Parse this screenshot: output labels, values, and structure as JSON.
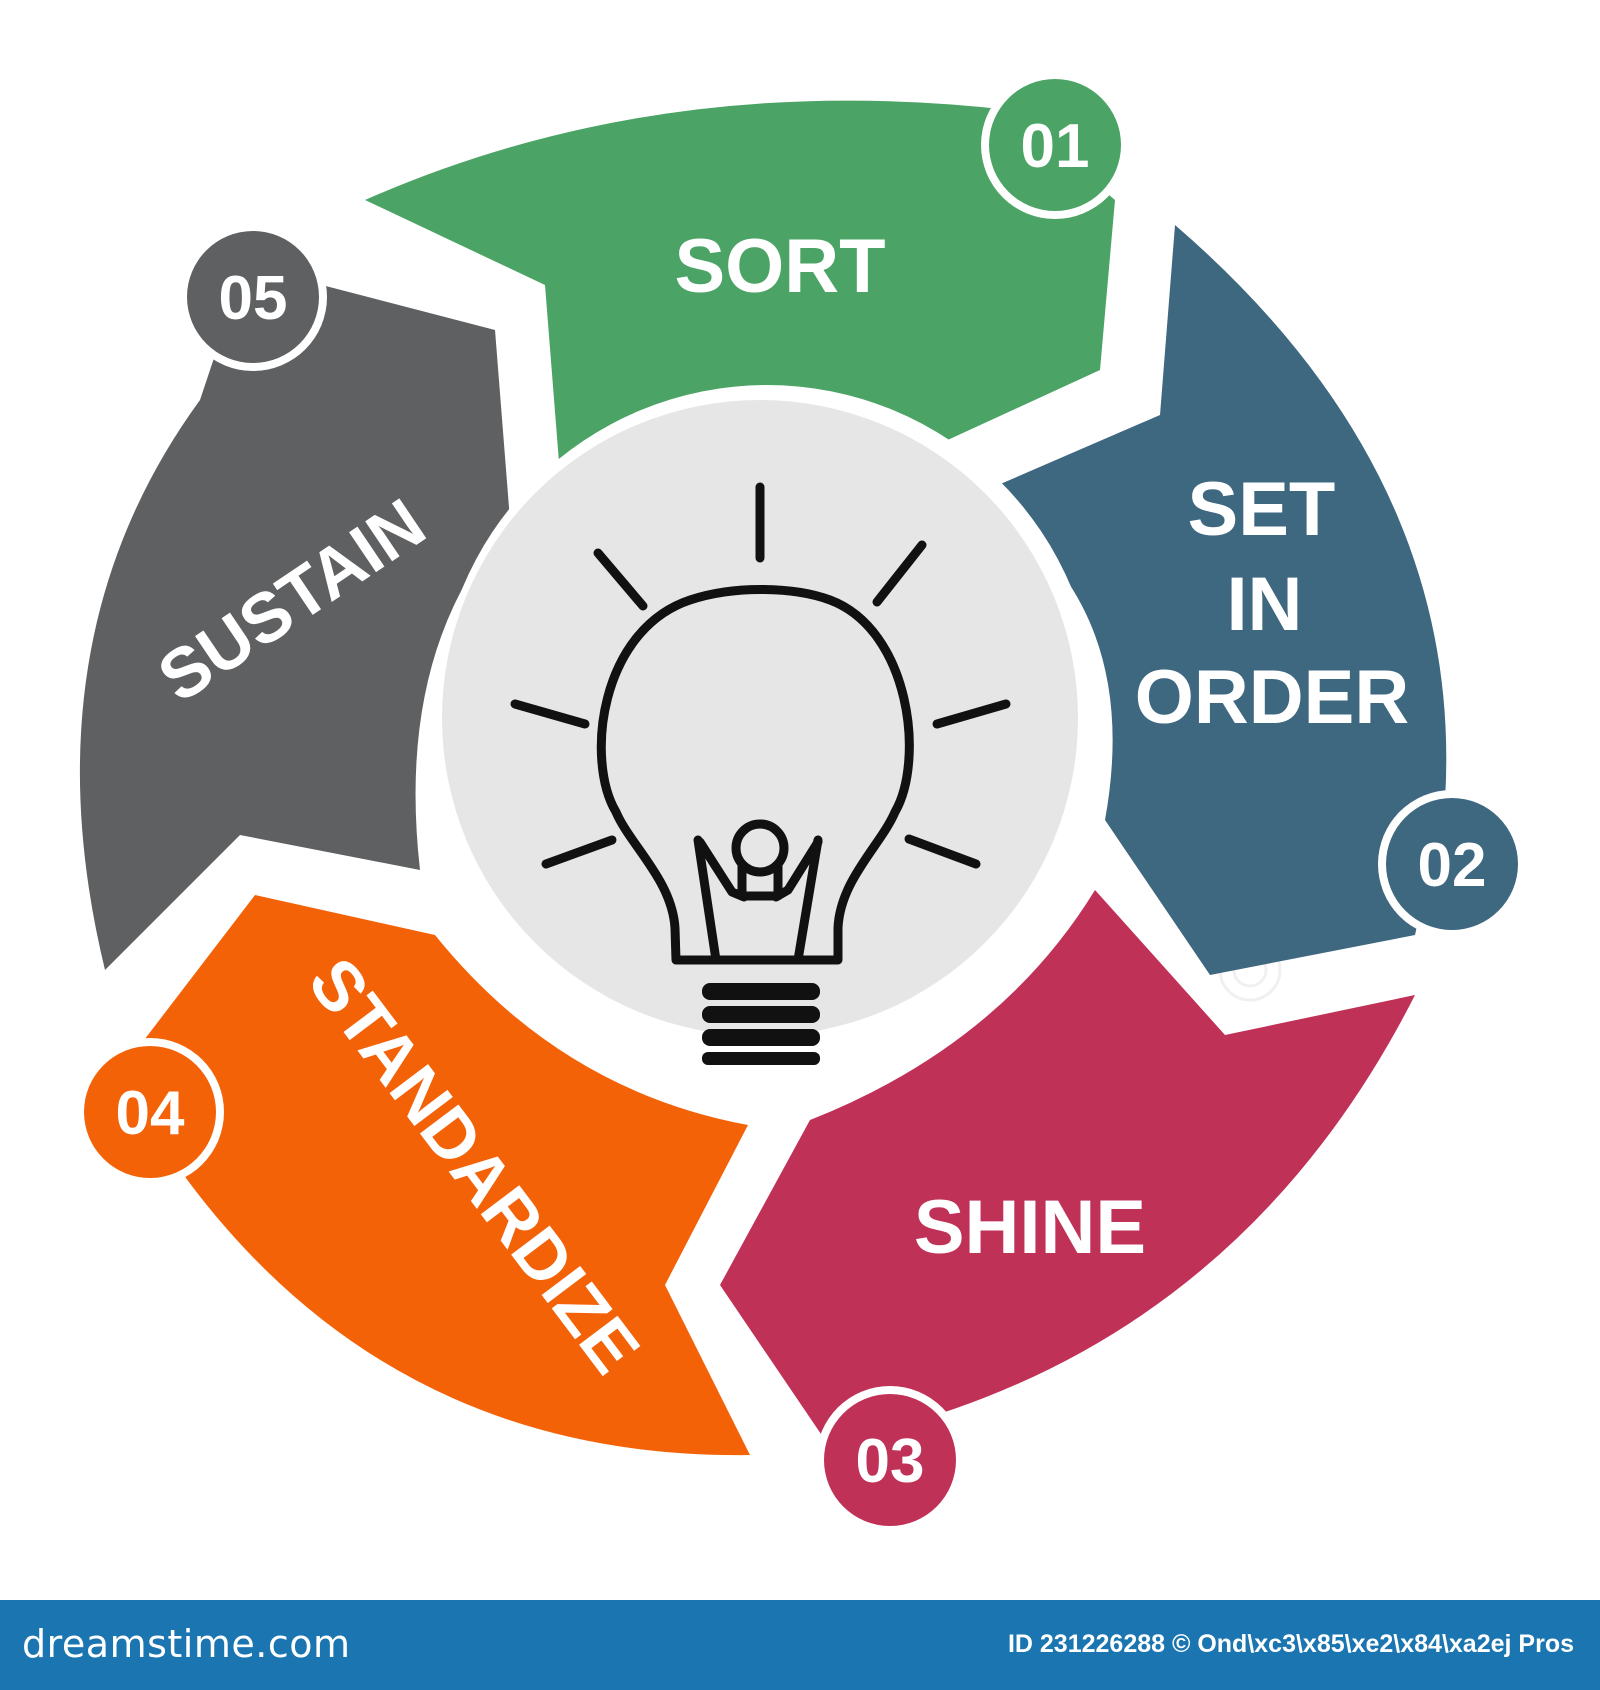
{
  "steps": [
    {
      "number": "01",
      "label": "SORT",
      "color": "#4ba465"
    },
    {
      "number": "02",
      "label_lines": [
        "SET",
        "IN",
        "ORDER"
      ],
      "color": "#3e6780"
    },
    {
      "number": "03",
      "label": "SHINE",
      "color": "#c03158"
    },
    {
      "number": "04",
      "label": "STANDARDIZE",
      "color": "#f46208"
    },
    {
      "number": "05",
      "label": "SUSTAIN",
      "color": "#5f6062"
    }
  ],
  "center": {
    "icon": "lightbulb-icon",
    "circle_color": "#e6e6e6"
  },
  "footer": {
    "brand": "dreamstime.com",
    "id_text": "ID 231226288 © Ond\\xc3\\x85\\xe2\\x84\\xa2ej Pros",
    "color": "#1a75b0"
  }
}
